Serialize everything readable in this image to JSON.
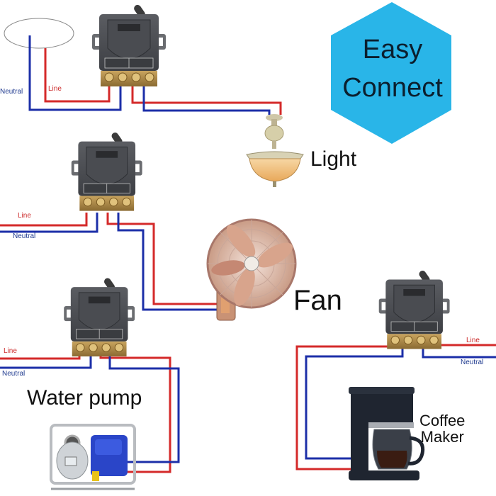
{
  "badge": {
    "line1": "Easy",
    "line2": "Connect",
    "color": "#29b5e8"
  },
  "wire_colors": {
    "line": "#d42a2a",
    "neutral": "#1c2fa8"
  },
  "wire_labels": {
    "line": "Line",
    "neutral": "Neutral"
  },
  "circuits": [
    {
      "id": "light",
      "device_label": "Light"
    },
    {
      "id": "fan",
      "device_label": "Fan"
    },
    {
      "id": "water-pump",
      "device_label": "Water pump"
    },
    {
      "id": "coffee-maker",
      "device_label_line1": "Coffee",
      "device_label_line2": "Maker"
    }
  ],
  "icons": {
    "relay_module": "wireless-relay-switch-icon",
    "light": "chandelier-icon",
    "fan": "wall-fan-icon",
    "pump": "water-pump-icon",
    "coffee": "coffee-maker-icon",
    "power_source": "power-source-ellipse"
  }
}
